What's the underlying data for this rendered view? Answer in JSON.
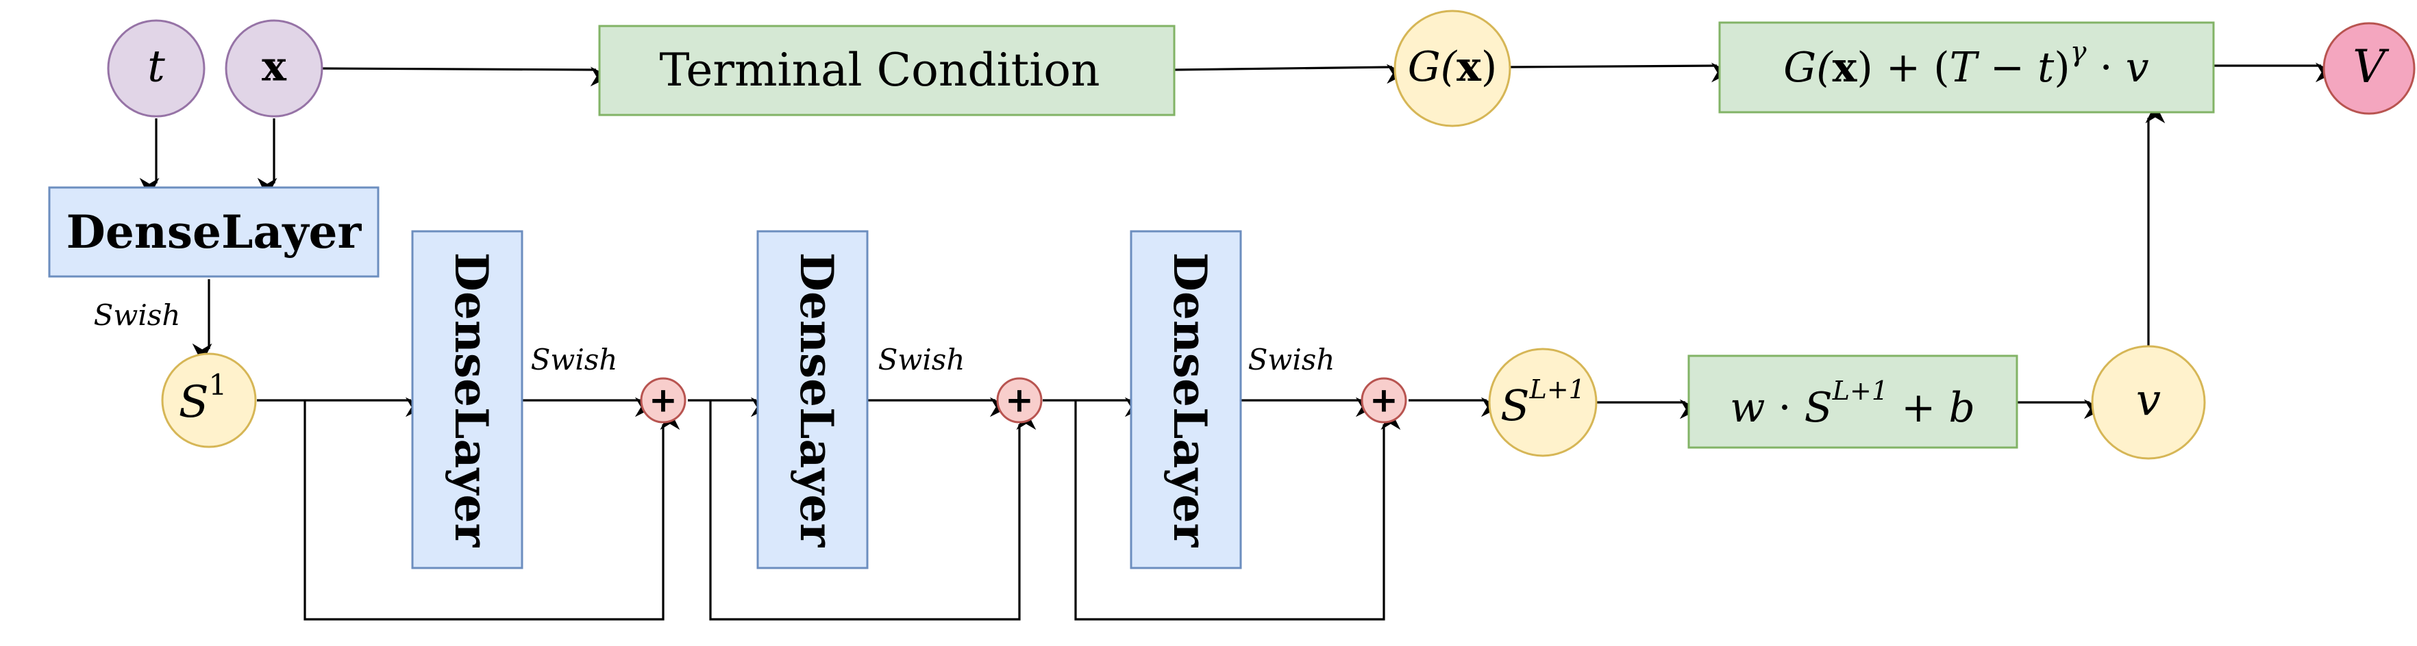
{
  "colors": {
    "purple_fill": "#e1d5e7",
    "purple_stroke": "#9673a6",
    "green_fill": "#d5e8d4",
    "green_stroke": "#82b366",
    "blue_fill": "#dae8fc",
    "blue_stroke": "#6c8ebf",
    "yellow_fill": "#fff2cc",
    "yellow_stroke": "#d6b656",
    "red_fill": "#f8cecc",
    "red_stroke": "#b85450",
    "pink_fill": "#f4a6bf",
    "pink_stroke": "#b85450",
    "edge": "#000000"
  },
  "inputs": {
    "t": "t",
    "x": "x"
  },
  "terminal_condition": "Terminal Condition",
  "G_node": {
    "main": "G(",
    "bold": "x",
    "close": ")"
  },
  "value_formula": {
    "p1": "G(",
    "p1_bold": "x",
    "p2": ") + (",
    "T": "T",
    "minus": " − ",
    "t": "t",
    "close": ")",
    "gamma": "γ",
    "dot": " · ",
    "v": "v"
  },
  "output": "V",
  "dense_layer": "DenseLayer",
  "activation": "Swish",
  "s1": {
    "base": "S",
    "sup": "1"
  },
  "sL": {
    "base": "S",
    "sup": "L+1"
  },
  "affine": {
    "w": "w",
    "dot": " · ",
    "S": "S",
    "sup": "L+1",
    "rest": " + ",
    "b": "b"
  },
  "v_node": "v",
  "plus_symbol": "+"
}
